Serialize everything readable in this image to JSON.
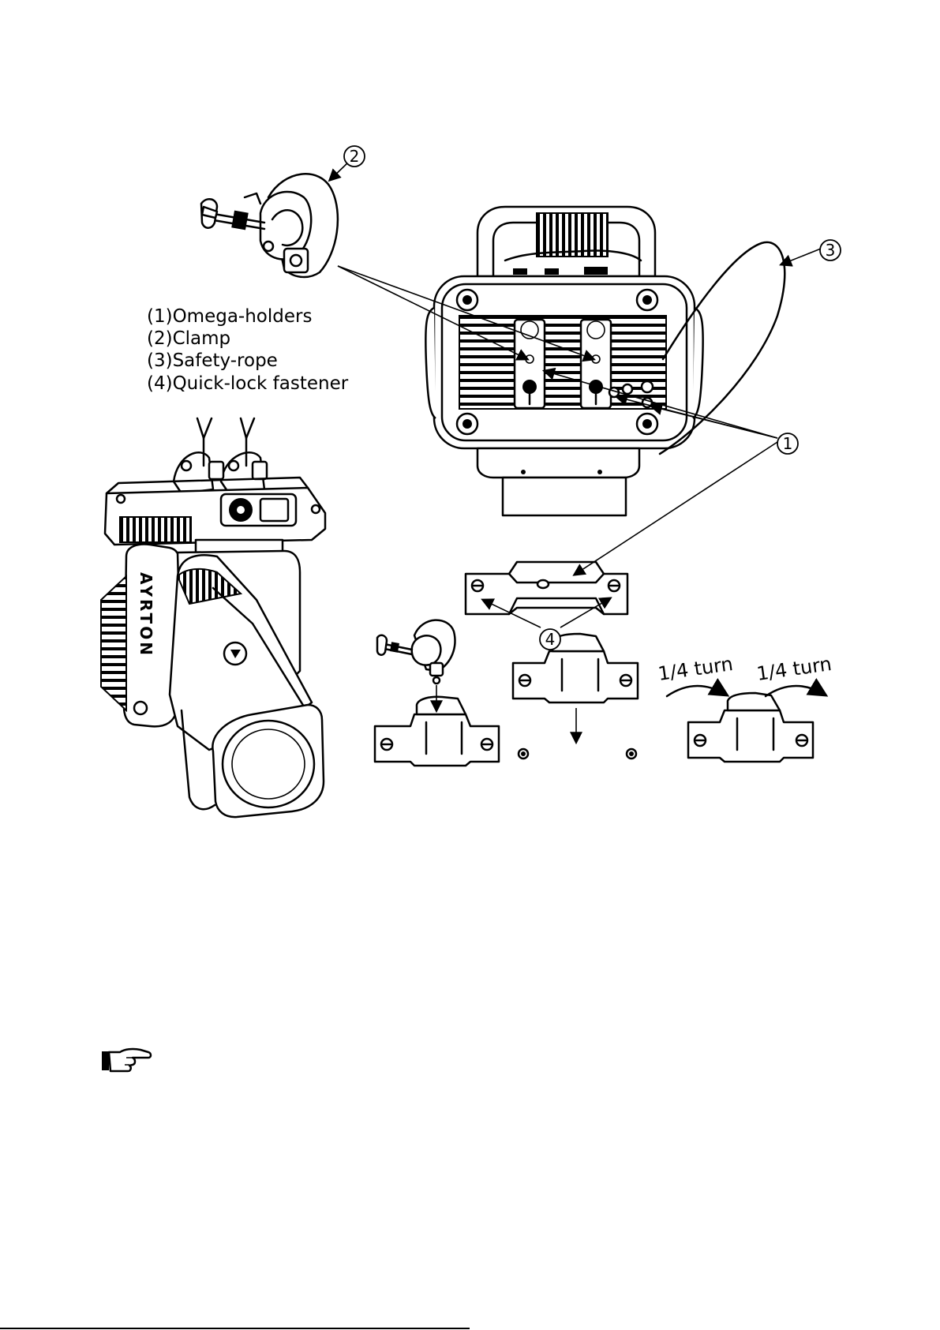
{
  "legend": {
    "items": [
      "(1)Omega-holders",
      "(2)Clamp",
      "(3)Safety-rope",
      "(4)Quick-lock fastener"
    ]
  },
  "callouts": [
    "1",
    "2",
    "3",
    "4"
  ],
  "turn_label": "1/4 turn",
  "fixture_logo": "AYRTON"
}
